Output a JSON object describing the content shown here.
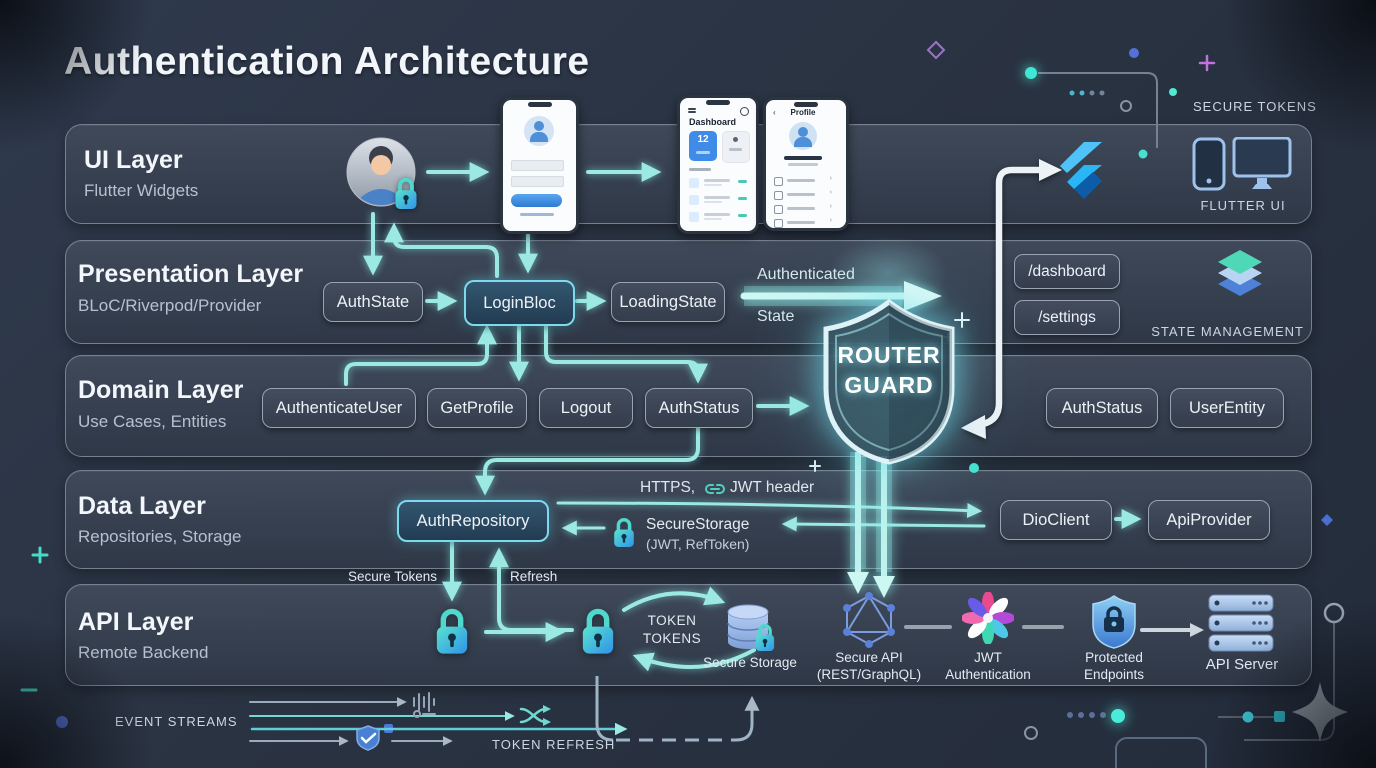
{
  "title": "Authentication Architecture",
  "colors": {
    "background": "#2A3342",
    "panel": "#39424F",
    "accent_teal": "#9BE9E3",
    "highlight_border": "#7FD9EC",
    "arrow_white": "#EEF2F6",
    "text_primary": "#F2F6FA",
    "text_secondary": "#B6C1CE"
  },
  "layers": {
    "ui": {
      "title": "UI Layer",
      "subtitle": "Flutter Widgets"
    },
    "presentation": {
      "title": "Presentation Layer",
      "subtitle": "BLoC/Riverpod/Provider"
    },
    "domain": {
      "title": "Domain Layer",
      "subtitle": "Use Cases, Entities"
    },
    "data": {
      "title": "Data Layer",
      "subtitle": "Repositories, Storage"
    },
    "api": {
      "title": "API Layer",
      "subtitle": "Remote Backend"
    }
  },
  "ui_layer": {
    "secure_tokens_label": "SECURE TOKENS",
    "flutter_ui_label": "FLUTTER UI",
    "phone_dashboard": {
      "title": "Dashboard",
      "badge_count": "12"
    },
    "phone_profile": {
      "title": "Profile"
    }
  },
  "presentation_layer": {
    "nodes": [
      "AuthState",
      "LoginBloc",
      "LoadingState"
    ],
    "authenticated_word": "Authenticated",
    "state_word": "State",
    "routes": [
      "/dashboard",
      "/settings"
    ],
    "state_management_label": "STATE MANAGEMENT"
  },
  "domain_layer": {
    "nodes": [
      "AuthenticateUser",
      "GetProfile",
      "Logout",
      "AuthStatus"
    ],
    "router_guard": {
      "line1": "ROUTER",
      "line2": "GUARD"
    },
    "right_nodes": [
      "AuthStatus",
      "UserEntity"
    ]
  },
  "data_layer": {
    "repository": "AuthRepository",
    "https_label": "HTTPS,",
    "jwt_header_label": "JWT header",
    "secure_storage_title": "SecureStorage",
    "secure_storage_sub": "(JWT, RefToken)",
    "client_nodes": [
      "DioClient",
      "ApiProvider"
    ],
    "secure_tokens_label": "Secure Tokens",
    "refresh_label": "Refresh"
  },
  "api_layer": {
    "token_circle": {
      "line1": "TOKEN",
      "line2": "TOKENS"
    },
    "secure_storage_label": "Secure Storage",
    "secure_api": {
      "line1": "Secure API",
      "line2": "(REST/GraphQL)"
    },
    "jwt_auth": {
      "line1": "JWT",
      "line2": "Authentication"
    },
    "protected": {
      "line1": "Protected",
      "line2": "Endpoints"
    },
    "api_server_label": "API Server"
  },
  "footer": {
    "event_streams_label": "EVENT STREAMS",
    "token_refresh_label": "TOKEN REFRESH"
  }
}
